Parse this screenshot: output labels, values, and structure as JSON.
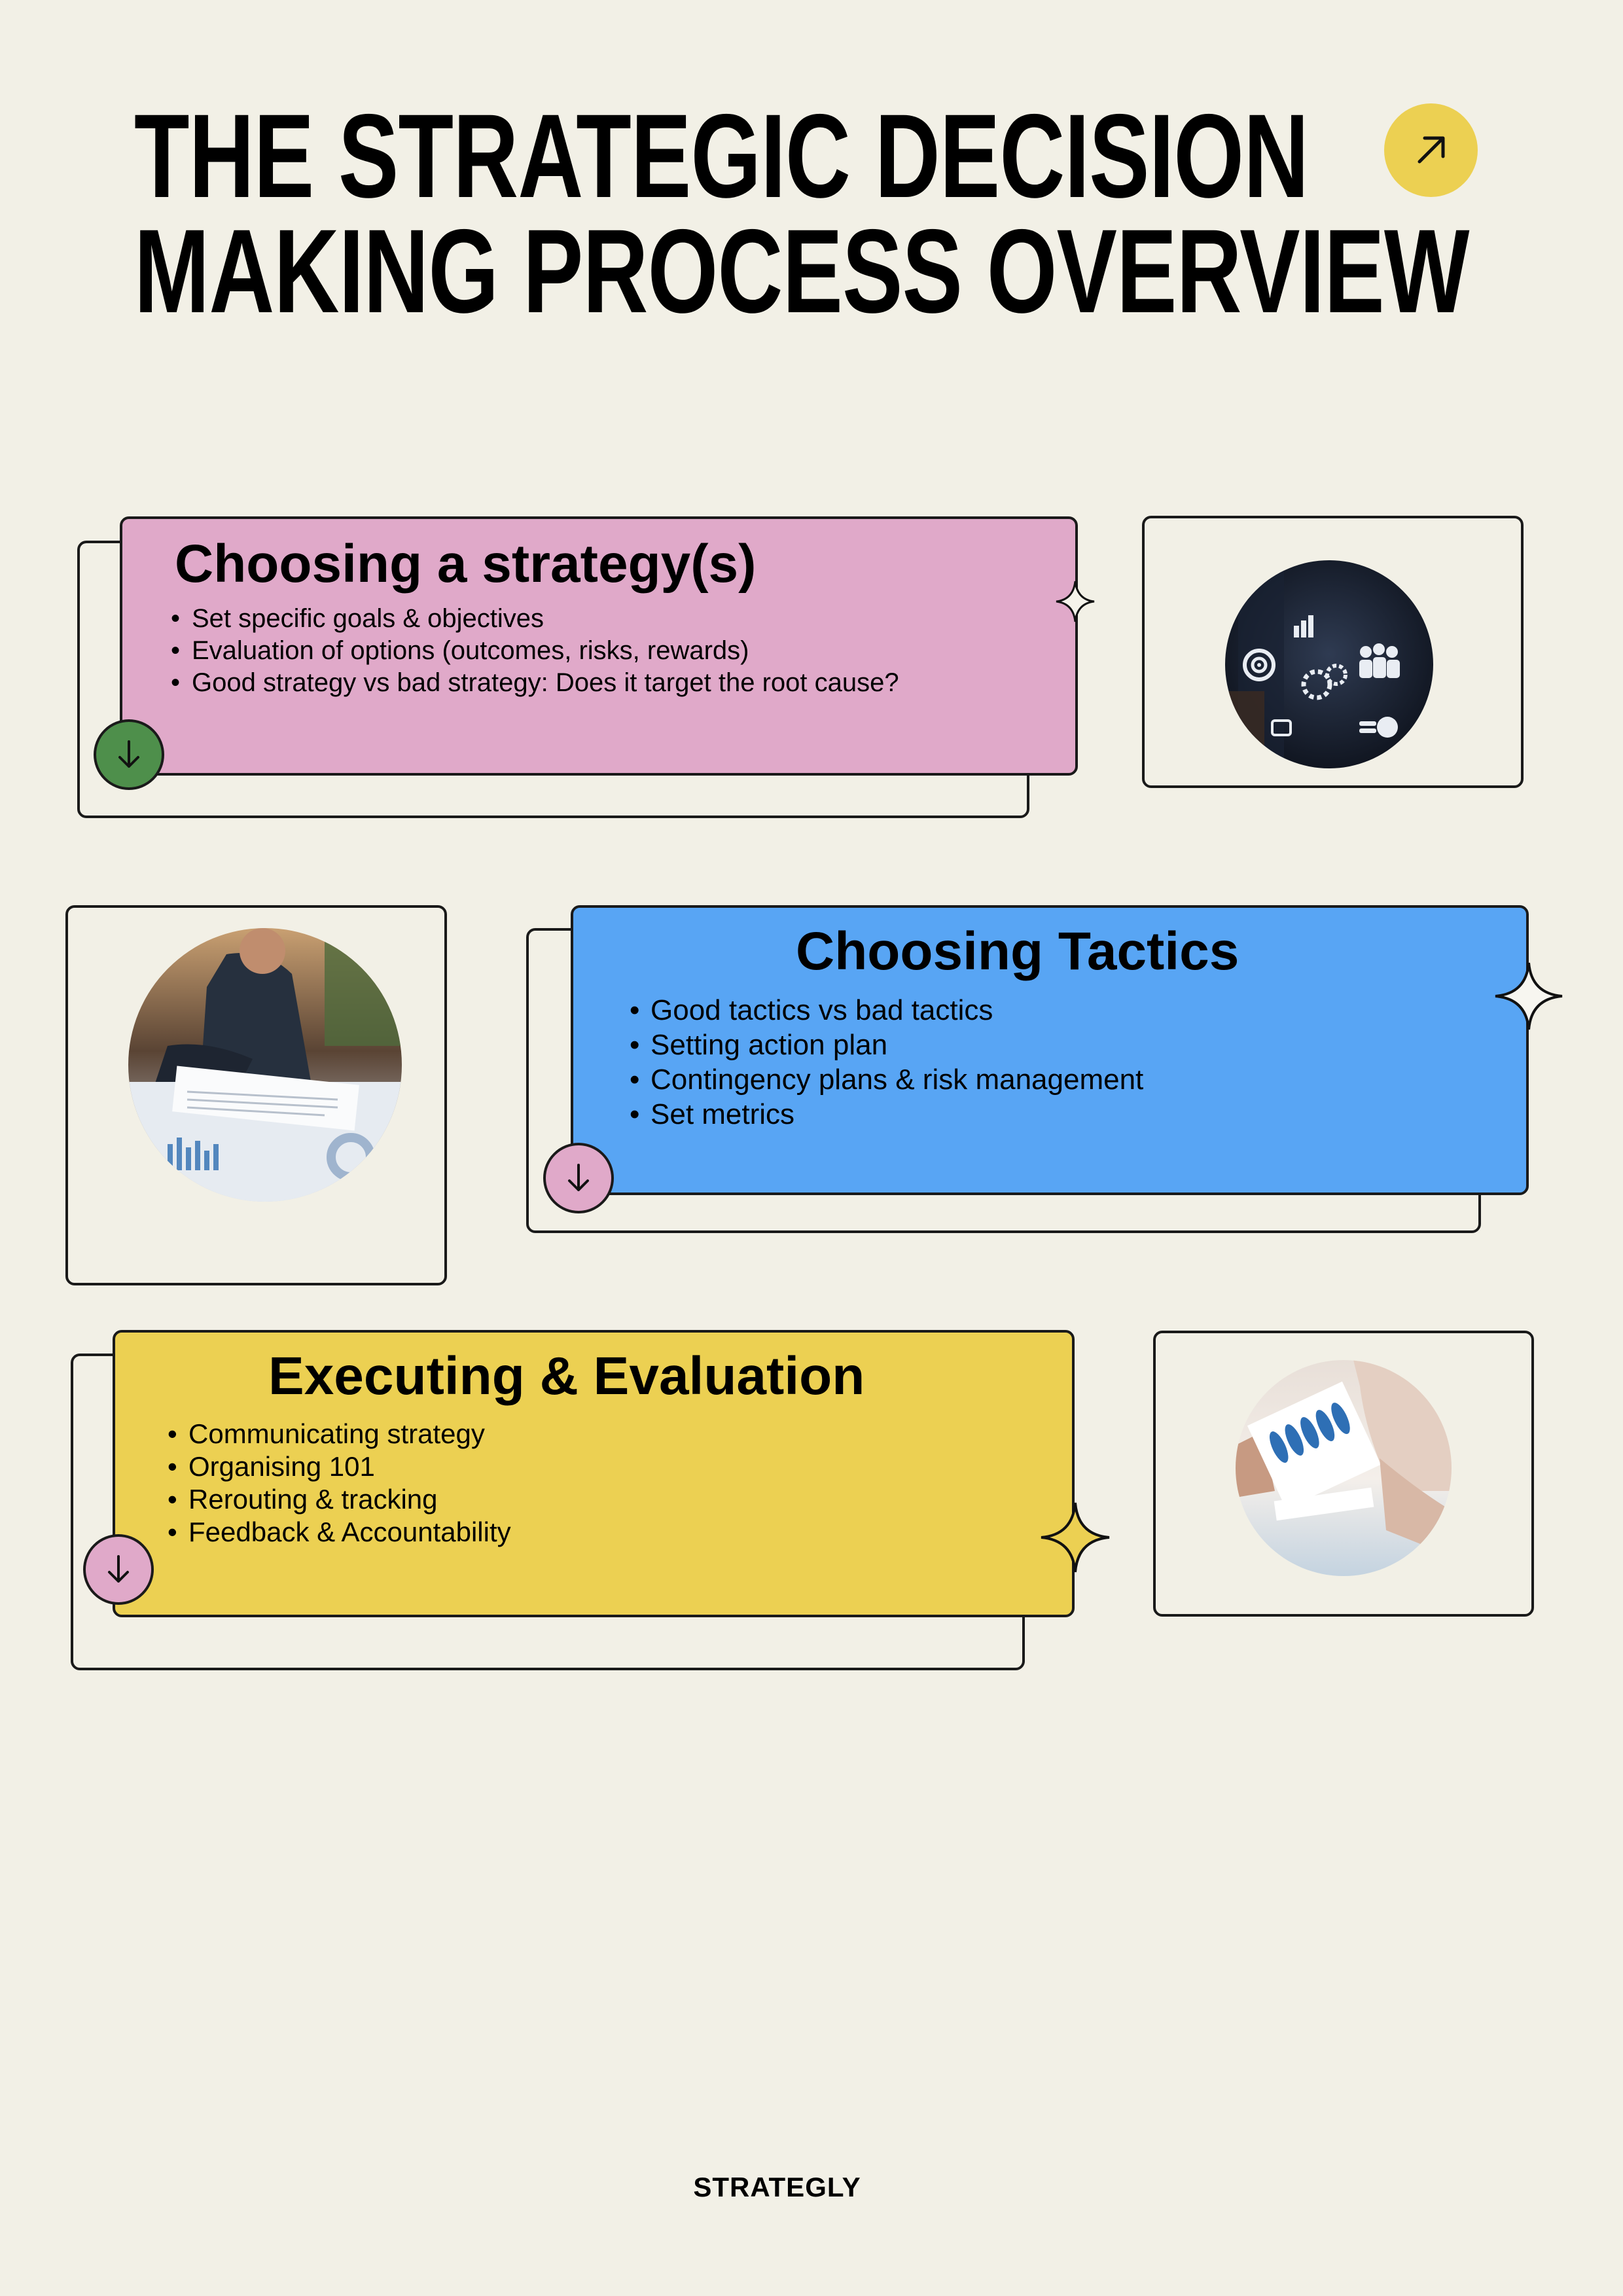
{
  "header": {
    "title_line1": "THE STRATEGIC DECISION",
    "title_line2": "MAKING PROCESS OVERVIEW",
    "action_icon": "arrow-up-right-icon",
    "action_color": "#ecd052"
  },
  "sections": [
    {
      "title": "Choosing a strategy(s)",
      "color": "#e0a9c9",
      "items": [
        "Set specific goals & objectives",
        "Evaluation of options (outcomes, risks, rewards)",
        "Good strategy vs bad strategy: Does it target the root cause?"
      ],
      "down_button_color": "#4e8f4b",
      "image": "business-icons-photo"
    },
    {
      "title": "Choosing Tactics",
      "color": "#58a5f4",
      "items": [
        "Good tactics vs bad tactics",
        "Setting action plan",
        "Contingency plans & risk management",
        "Set metrics"
      ],
      "down_button_color": "#e0a9c9",
      "image": "businessman-signing-documents-photo"
    },
    {
      "title": "Executing & Evaluation",
      "color": "#ecd052",
      "items": [
        "Communicating strategy",
        "Organising 101",
        "Rerouting & tracking",
        "Feedback & Accountability"
      ],
      "down_button_color": "#e0a9c9",
      "image": "reviewing-charts-photo"
    }
  ],
  "footer": {
    "brand": "STRATEGLY"
  }
}
